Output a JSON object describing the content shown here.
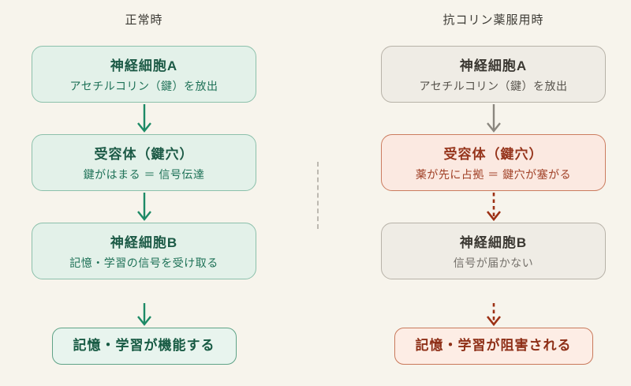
{
  "colors": {
    "bg": "#f7f4ec",
    "header_text": "#3c3a34",
    "green_fill": "#e3f1e9",
    "green_border": "#8cc0ab",
    "green_title": "#1c5a46",
    "green_sub": "#1e7157",
    "green_arrow": "#1d8a66",
    "result_green_fill": "#e8f4ee",
    "result_green_border": "#5fa387",
    "result_green_text": "#175a43",
    "gray_fill": "#efece5",
    "gray_border": "#b7b2a8",
    "gray_title": "#3b3832",
    "gray_sub_dark": "#56524b",
    "gray_sub_light": "#74706a",
    "gray_arrow": "#8b877f",
    "red_fill": "#fbe9e1",
    "red_border": "#cb7c5f",
    "red_title": "#96351c",
    "red_sub": "#a04026",
    "red_arrow": "#9c3014",
    "result_red_fill": "#fdede5",
    "result_red_border": "#c9795b",
    "result_red_text": "#8e2f17",
    "divider": "#bdb9b1"
  },
  "columns": [
    {
      "title": "正常時",
      "boxes": [
        {
          "title": "神経細胞A",
          "subtitle": "アセチルコリン（鍵）を放出"
        },
        {
          "title": "受容体（鍵穴）",
          "subtitle": "鍵がはまる ＝ 信号伝達"
        },
        {
          "title": "神経細胞B",
          "subtitle": "記憶・学習の信号を受け取る"
        }
      ],
      "result": "記憶・学習が機能する"
    },
    {
      "title": "抗コリン薬服用時",
      "boxes": [
        {
          "title": "神経細胞A",
          "subtitle": "アセチルコリン（鍵）を放出"
        },
        {
          "title": "受容体（鍵穴）",
          "subtitle": "薬が先に占拠 ＝ 鍵穴が塞がる"
        },
        {
          "title": "神経細胞B",
          "subtitle": "信号が届かない"
        }
      ],
      "result": "記憶・学習が阻害される"
    }
  ]
}
